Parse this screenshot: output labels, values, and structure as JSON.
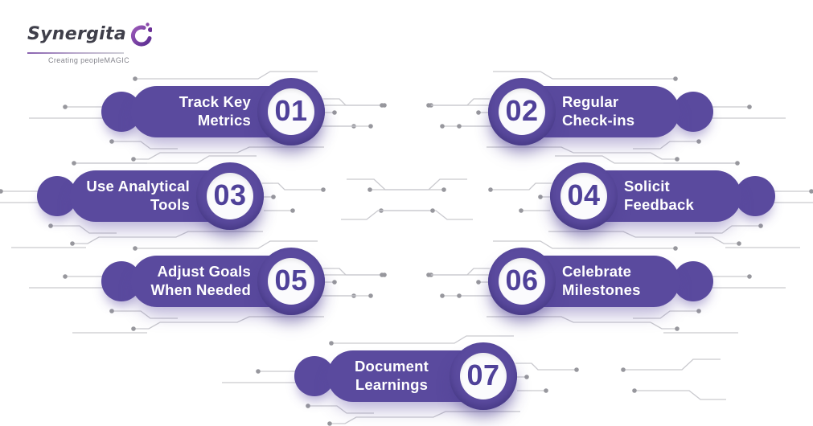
{
  "brand": {
    "name": "Synergita",
    "tagline": "Creating peopleMAGIC"
  },
  "steps": [
    {
      "number": "01",
      "label": "Track Key\nMetrics"
    },
    {
      "number": "02",
      "label": "Regular\nCheck-ins"
    },
    {
      "number": "03",
      "label": "Use Analytical\nTools"
    },
    {
      "number": "04",
      "label": "Solicit\nFeedback"
    },
    {
      "number": "05",
      "label": "Adjust Goals\nWhen Needed"
    },
    {
      "number": "06",
      "label": "Celebrate\nMilestones"
    },
    {
      "number": "07",
      "label": "Document\nLearnings"
    }
  ],
  "colors": {
    "primary": "#5a4a9e",
    "number": "#4f4199",
    "label": "#ffffff",
    "trace": "#c9c9ce",
    "dot": "#97979d",
    "brand_text": "#3f3f4a",
    "brand_swirl": "#7b3fa0"
  }
}
